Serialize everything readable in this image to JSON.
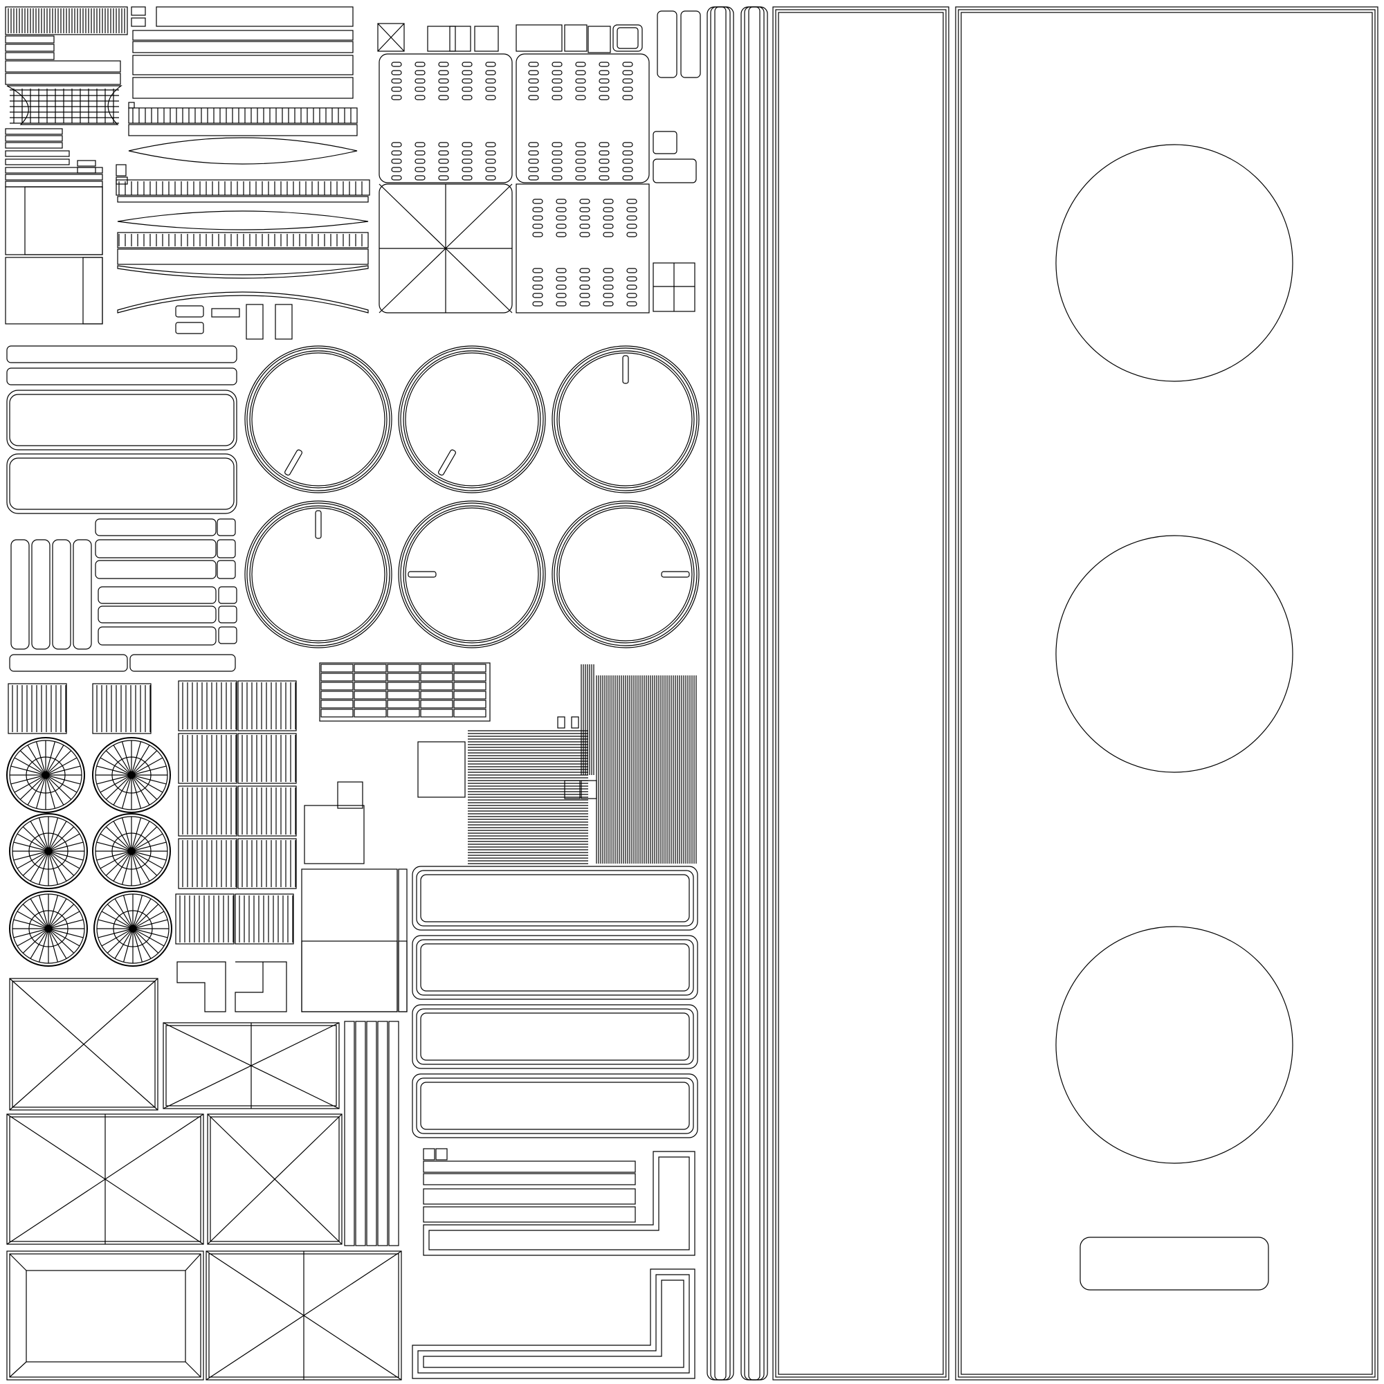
{
  "canvas": {
    "background": "#ffffff",
    "line_color": "#000000"
  },
  "knobs": {
    "count": 6,
    "indicator_angles_deg": [
      -150,
      -150,
      0,
      0,
      -90,
      90
    ]
  },
  "speaker_panel": {
    "driver_count": 3,
    "has_label_plate": true
  },
  "fans": {
    "count": 6
  }
}
